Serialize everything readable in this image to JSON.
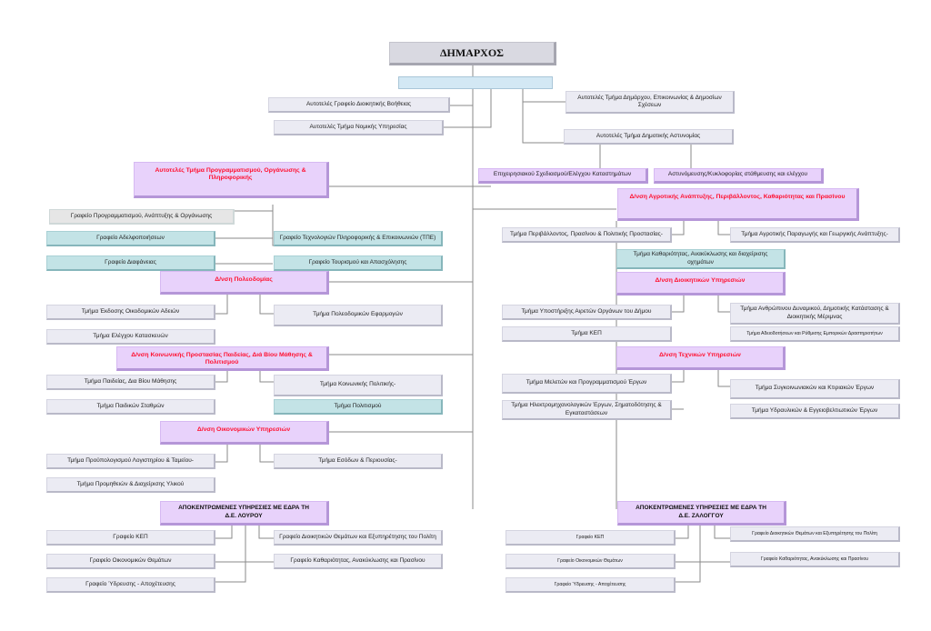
{
  "mayor": "ΔΗΜΑΡΧΟΣ",
  "top_left": [
    "Αυτοτελές Γραφείο Διοικητικής Βοήθειας",
    "Αυτοτελές Τμήμα Νομικής Υπηρεσίας"
  ],
  "top_right": [
    "Αυτοτελές Τμήμα Δημάρχου, Επικοινωνίας & Δημοσίων Σχέσεων",
    "Αυτοτελές Τμήμα Δημοτικής Αστυνομίας"
  ],
  "police_units": [
    "Επιχειρησιακού Σχεδιασμού/Ελέγχου Καταστημάτων",
    "Αστυνόμευσης/Κυκλοφορίας στάθμευσης και ελέγχου"
  ],
  "programming": {
    "title": "Αυτοτελές Τμήμα Προγραμματισμού, Οργάνωσης & Πληροφορικής",
    "units": [
      "Γραφείο Προγραμματισμού, Ανάπτυξης & Οργάνωσης",
      "Γραφείο Αδελφοποιήσεων",
      "Γραφείο Διαφάνειας",
      "Γραφείο Τεχνολογιών Πληροφορικής & Επικοινωνιών (ΤΠΕ)",
      "Γραφείο Τουρισμού και Απασχόλησης"
    ]
  },
  "planning": {
    "title": "Δ/νση Πολεοδομίας",
    "units": [
      "Τμήμα Έκδοσης Οικοδομικών Αδειών",
      "Τμήμα Ελέγχου Κατασκευών",
      "Τμήμα Πολεοδομικών Εφαρμογών"
    ]
  },
  "social": {
    "title": "Δ/νση Κοινωνικής Προστασίας Παιδείας, Διά Βίου Μάθησης & Πολιτισμού",
    "units": [
      "Τμήμα Παιδείας, Δια Βίου Μάθησης",
      "Τμήμα Παιδικών Σταθμών",
      "Τμήμα Κοινωνικής Πολιτικής-",
      "Τμήμα Πολιτισμού"
    ]
  },
  "finance": {
    "title": "Δ/νση Οικονομικών Υπηρεσιών",
    "units": [
      "Τμήμα Προϋπολογισμού Λογιστηρίου & Ταμείου-",
      "Τμήμα Προμηθειών & Διαχείρισης Υλικού",
      "Τμήμα Εσόδων & Περιουσίας-"
    ]
  },
  "agri": {
    "title": "Δ/νση Αγροτικής Ανάπτυξης, Περιβάλλοντος, Καθαριότητας και Πρασίνου",
    "units": [
      "Τμήμα Περιβάλλοντος, Πρασίνου & Πολιτικής Προστασίας-",
      "Τμήμα Αγροτικής Παραγωγής και Γεωργικής Ανάπτυξης-",
      "Τμήμα Καθαριότητας, Ανακύκλωσης και διαχείρισης οχημάτων"
    ]
  },
  "admin": {
    "title": "Δ/νση Διοικητικών Υπηρεσιών",
    "units": [
      "Τμήμα Υποστήριξης Αιρετών Οργάνων του Δήμου",
      "Τμήμα ΚΕΠ",
      "Τμήμα Ανθρώπινου Δυναμικού, Δημοτικής Κατάστασης & Διοικητικής Μέριμνας",
      "Τμήμα Αδειοδοτήσεων και Ρύθμισης Εμπορικών Δραστηριοτήτων"
    ]
  },
  "tech": {
    "title": "Δ/νση Τεχνικών Υπηρεσιών",
    "units": [
      "Τμήμα Μελετών και Προγραμματισμού Έργων",
      "Τμήμα Ηλεκτρομηχανολογικών Έργων, Σηματοδότησης & Εγκαταστάσεων",
      "Τμήμα Συγκοινωνιακών και Κτιριακών Έργων",
      "Τμήμα Υδραυλικών & Εγγειοβελτιωτικών Έργων"
    ]
  },
  "lourou": {
    "title": "ΑΠΟΚΕΝΤΡΩΜΕΝΕΣ ΥΠΗΡΕΣΙΕΣ ΜΕ ΕΔΡΑ ΤΗ Δ.Ε. ΛΟΥΡΟΥ",
    "units": [
      "Γραφείο ΚΕΠ",
      "Γραφείο Οικονομικών Θεμάτων",
      "Γραφείο Ύδρευσης - Αποχέτευσης",
      "Γραφείο Διοικητικών Θεμάτων και Εξυπηρέτησης του Πολίτη",
      "Γραφείο Καθαριότητας, Ανακύκλωσης και Πρασίνου"
    ]
  },
  "zalongou": {
    "title": "ΑΠΟΚΕΝΤΡΩΜΕΝΕΣ ΥΠΗΡΕΣΙΕΣ ΜΕ ΕΔΡΑ ΤΗ Δ.Ε. ΖΑΛΟΓΓΟΥ",
    "units": [
      "Γραφείο ΚΕΠ",
      "Γραφείο Οικονομικών Θεμάτων",
      "Γραφείο Ύδρευσης - Αποχέτευσης",
      "Γραφείο Διοικητικών Θεμάτων και Εξυπηρέτησης του Πολίτη",
      "Γραφείο Καθαριότητας, Ανακύκλωσης και Πρασίνου"
    ]
  }
}
